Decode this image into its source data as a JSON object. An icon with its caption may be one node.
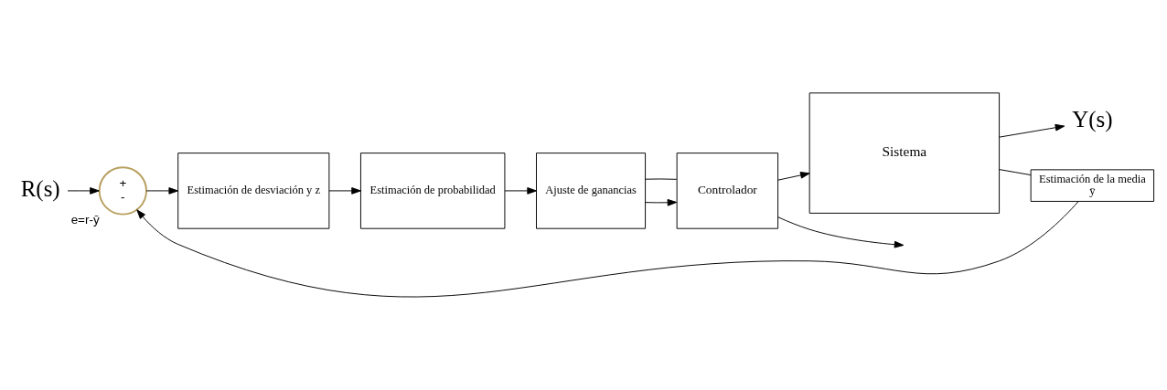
{
  "diagram": {
    "nodes": [
      {
        "text": [
          "R(s)"
        ]
      },
      {
        "text": [
          "+",
          "-"
        ],
        "beside": [
          "e=r-ȳ"
        ]
      },
      {
        "text": [
          "Estimación de desviación y z"
        ]
      },
      {
        "text": [
          "Estimación de probabilidad"
        ]
      },
      {
        "text": [
          "Ajuste de ganancias"
        ]
      },
      {
        "text": [
          "Controlador"
        ]
      },
      {
        "text": [
          "Sistema"
        ]
      },
      {
        "text": [
          "Y(s)"
        ]
      },
      {
        "text": [
          "Estimación de la media",
          "ȳ"
        ]
      }
    ],
    "edges": [
      {
        "from": 0,
        "to": 1,
        "arrow": "to"
      },
      {
        "from": 1,
        "to": 2,
        "arrow": "to"
      },
      {
        "from": 2,
        "to": 3,
        "arrow": "to"
      },
      {
        "from": 3,
        "to": 4,
        "arrow": "to"
      },
      {
        "from": 4,
        "to": 5,
        "arrow": "to"
      },
      {
        "from": 4,
        "to": 5,
        "arrow": "none"
      },
      {
        "from": 5,
        "to": null,
        "arrow": "to"
      },
      {
        "from": 5,
        "to": 6,
        "arrow": "to"
      },
      {
        "from": 6,
        "to": 7,
        "arrow": "to"
      },
      {
        "from": 6,
        "to": 8,
        "arrow": "none"
      },
      {
        "from": 8,
        "to": 1,
        "arrow": "to"
      }
    ]
  }
}
